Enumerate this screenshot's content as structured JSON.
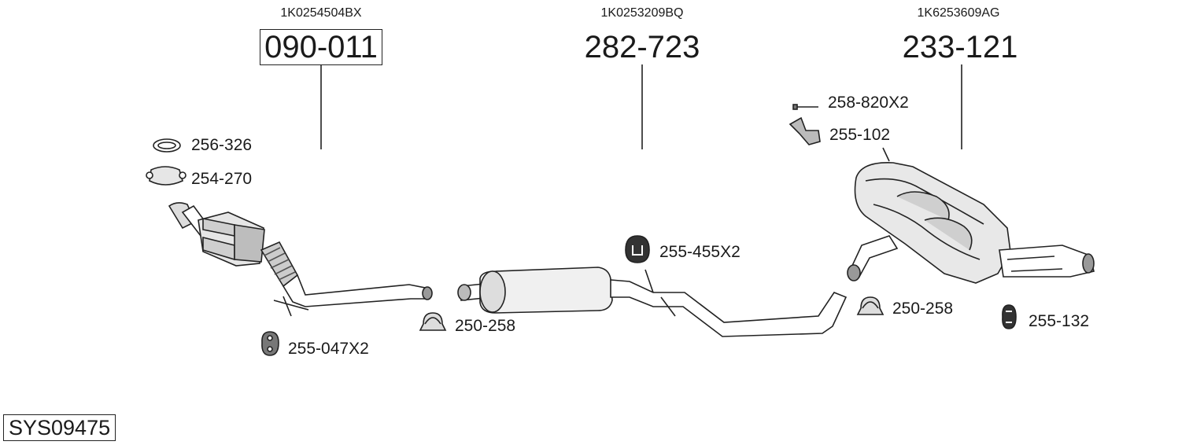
{
  "assemblies": [
    {
      "oem": "1K0254504BX",
      "part": "090-011",
      "boxed": true
    },
    {
      "oem": "1K0253209BQ",
      "part": "282-723",
      "boxed": false
    },
    {
      "oem": "1K6253609AG",
      "part": "233-121",
      "boxed": false
    }
  ],
  "accessories": {
    "gasket": "256-326",
    "clamp_flange": "254-270",
    "hanger_front": "255-047X2",
    "clamp_front": "250-258",
    "hanger_mid": "255-455X2",
    "bolt": "258-820X2",
    "bracket": "255-102",
    "clamp_rear": "250-258",
    "hanger_rear": "255-132"
  },
  "system_number": "SYS09475"
}
